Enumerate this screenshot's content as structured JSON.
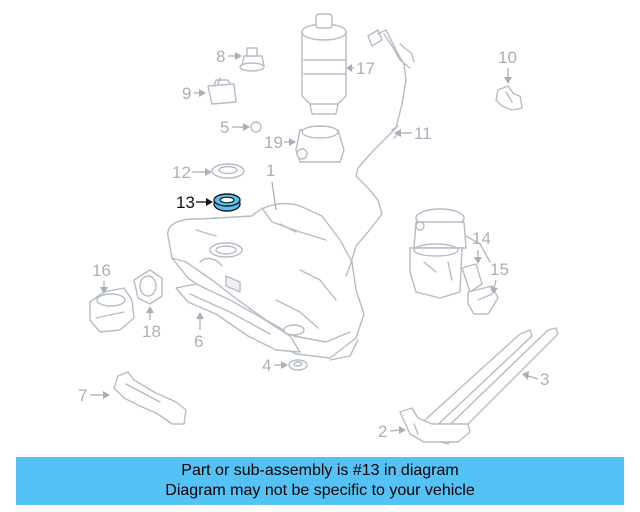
{
  "diagram": {
    "highlight_color": "#55c2f5",
    "highlighted_part": "13",
    "callouts": {
      "c1": "1",
      "c2": "2",
      "c3": "3",
      "c4": "4",
      "c5": "5",
      "c6": "6",
      "c7": "7",
      "c8": "8",
      "c9": "9",
      "c10": "10",
      "c11": "11",
      "c12": "12",
      "c13": "13",
      "c14": "14",
      "c15": "15",
      "c16": "16",
      "c17": "17",
      "c18": "18",
      "c19": "19"
    }
  },
  "banner": {
    "line1": "Part or sub-assembly is #13 in diagram",
    "line2": "Diagram may not be specific to your vehicle",
    "background": "#55c2f5"
  }
}
